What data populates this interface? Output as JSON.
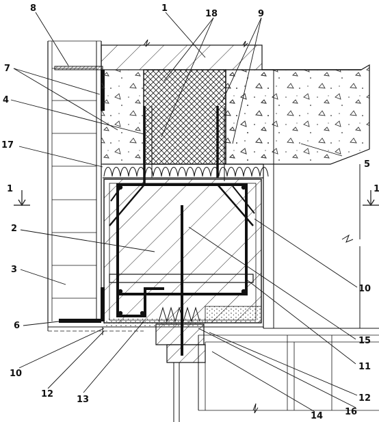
{
  "labels": {
    "l1": "1",
    "l18": "18",
    "l8": "8",
    "l9": "9",
    "l7": "7",
    "l4": "4",
    "l17": "17",
    "l5": "5",
    "l2": "2",
    "l3": "3",
    "l10r": "10",
    "l6": "6",
    "l15": "15",
    "l11": "11",
    "l12r": "12",
    "l10b": "10",
    "l12b": "12",
    "l13": "13",
    "l14": "14",
    "l16": "16"
  },
  "section_marks": {
    "left": "1",
    "right": "1"
  }
}
